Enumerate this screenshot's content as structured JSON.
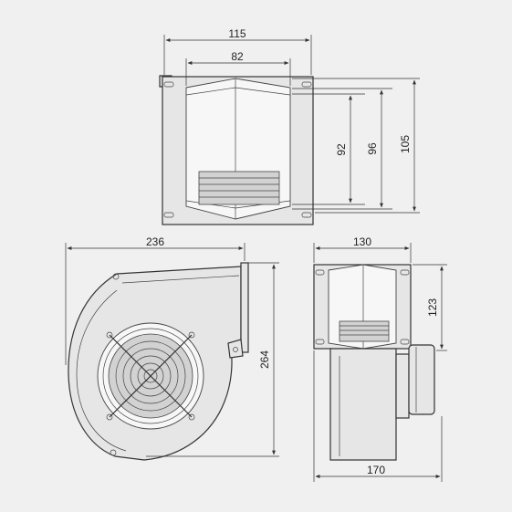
{
  "dimensions": {
    "top_width_outer": "115",
    "top_width_inner": "82",
    "top_height_92": "92",
    "top_height_96": "96",
    "top_height_105": "105",
    "front_width": "236",
    "front_height": "264",
    "side_width": "130",
    "side_height": "123",
    "side_base_width": "170"
  },
  "colors": {
    "background": "#f0f0f0",
    "line": "#333333"
  }
}
